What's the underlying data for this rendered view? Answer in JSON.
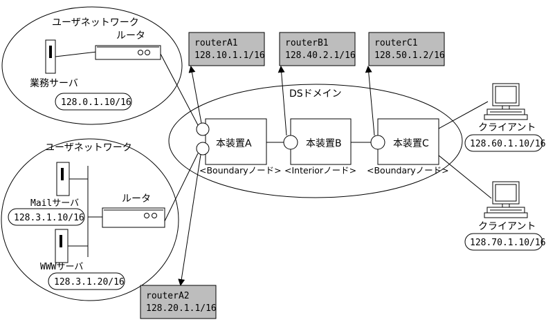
{
  "colors": {
    "line": "#000000",
    "background": "#ffffff",
    "router_box_fill": "#bdbdbd"
  },
  "user_network_top": {
    "title": "ユーザネットワーク",
    "router_label": "ルータ",
    "server_label": "業務サーバ",
    "server_address": "128.0.1.10/16"
  },
  "user_network_bottom": {
    "title": "ユーザネットワーク",
    "router_label": "ルータ",
    "mail_server_label": "Mailサーバ",
    "mail_server_address": "128.3.1.10/16",
    "www_server_label": "WWWサーバ",
    "www_server_address": "128.3.1.20/16"
  },
  "ds_domain": {
    "title": "DSドメイン",
    "device_a": "本装置A",
    "device_b": "本装置B",
    "device_c": "本装置C",
    "boundary_node_left": "<Boundaryノード>",
    "interior_node": "<Interiorノード>",
    "boundary_node_right": "<Boundaryノード>"
  },
  "routers": {
    "a1": {
      "name": "routerA1",
      "address": "128.10.1.1/16"
    },
    "b1": {
      "name": "routerB1",
      "address": "128.40.2.1/16"
    },
    "c1": {
      "name": "routerC1",
      "address": "128.50.1.2/16"
    },
    "a2": {
      "name": "routerA2",
      "address": "128.20.1.1/16"
    }
  },
  "clients": {
    "client1": {
      "label": "クライアント",
      "address": "128.60.1.10/16"
    },
    "client2": {
      "label": "クライアント",
      "address": "128.70.1.10/16"
    }
  }
}
